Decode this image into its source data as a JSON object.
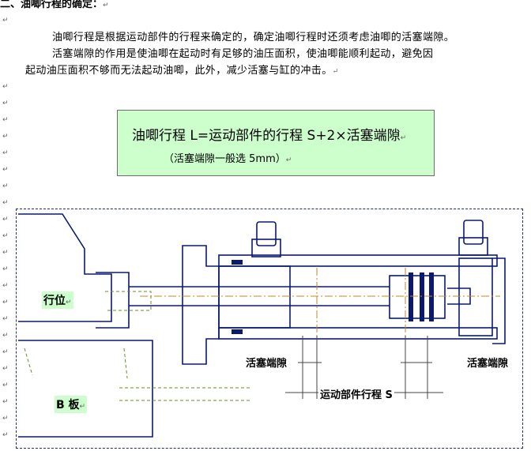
{
  "heading": "二、油唧行程的确定：",
  "paragraph": {
    "line1": "油唧行程是根据运动部件的行程来确定的，确定油唧行程时还须考虑油唧的活塞端隙。",
    "line2": "活塞端隙的作用是使油唧在起动时有足够的油压面积，使油唧能顺利起动，避免因",
    "line3": "起动油压面积不够而无法起动油唧，此外，减少活塞与缸的冲击。"
  },
  "paragraph_mark": "↵",
  "formula": {
    "main": "油唧行程 L=运动部件的行程 S+2×活塞端隙",
    "note": "（活塞端隙一般选 5mm）"
  },
  "figure": {
    "label_stroke_position": "行位",
    "label_b_plate": "B 板",
    "label_piston_gap_left": "活塞端隙",
    "label_piston_gap_right": "活塞端隙",
    "label_stroke_s": "运动部件行程 S"
  }
}
